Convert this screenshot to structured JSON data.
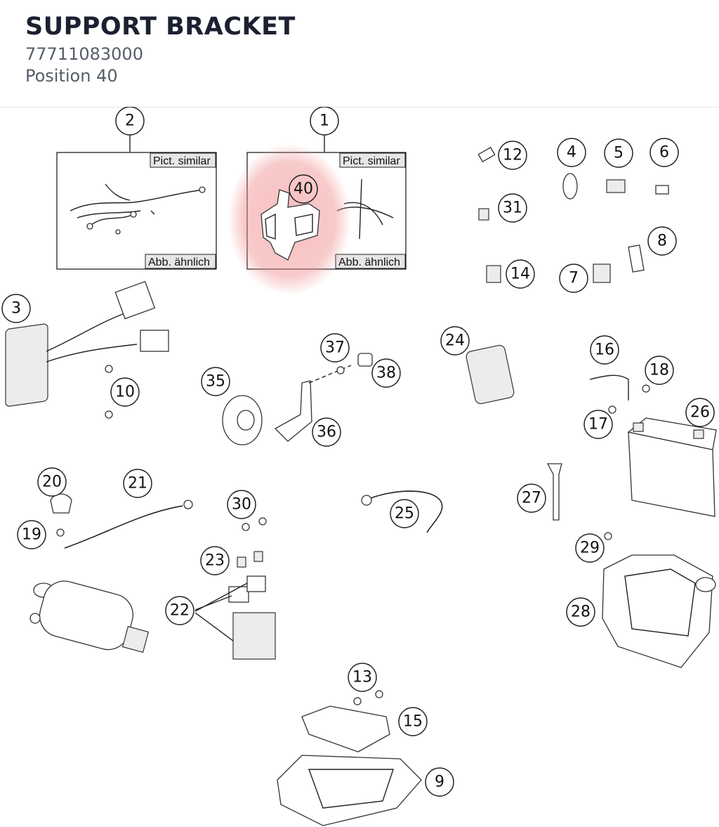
{
  "header": {
    "title": "SUPPORT BRACKET",
    "part_number": "77711083000",
    "position_label": "Position 40"
  },
  "diagram": {
    "highlight_color": "#f08a8a",
    "highlighted_callout": "40",
    "boxes": {
      "box_2": {
        "label_top": "Pict. similar",
        "label_bottom": "Abb. ähnlich"
      },
      "box_1": {
        "label_top": "Pict. similar",
        "label_bottom": "Abb. ähnlich"
      }
    },
    "callouts": [
      "1",
      "2",
      "3",
      "4",
      "5",
      "6",
      "7",
      "8",
      "9",
      "10",
      "12",
      "13",
      "14",
      "15",
      "16",
      "17",
      "18",
      "19",
      "20",
      "21",
      "22",
      "23",
      "24",
      "25",
      "26",
      "27",
      "28",
      "29",
      "30",
      "31",
      "35",
      "36",
      "37",
      "38",
      "40"
    ]
  }
}
